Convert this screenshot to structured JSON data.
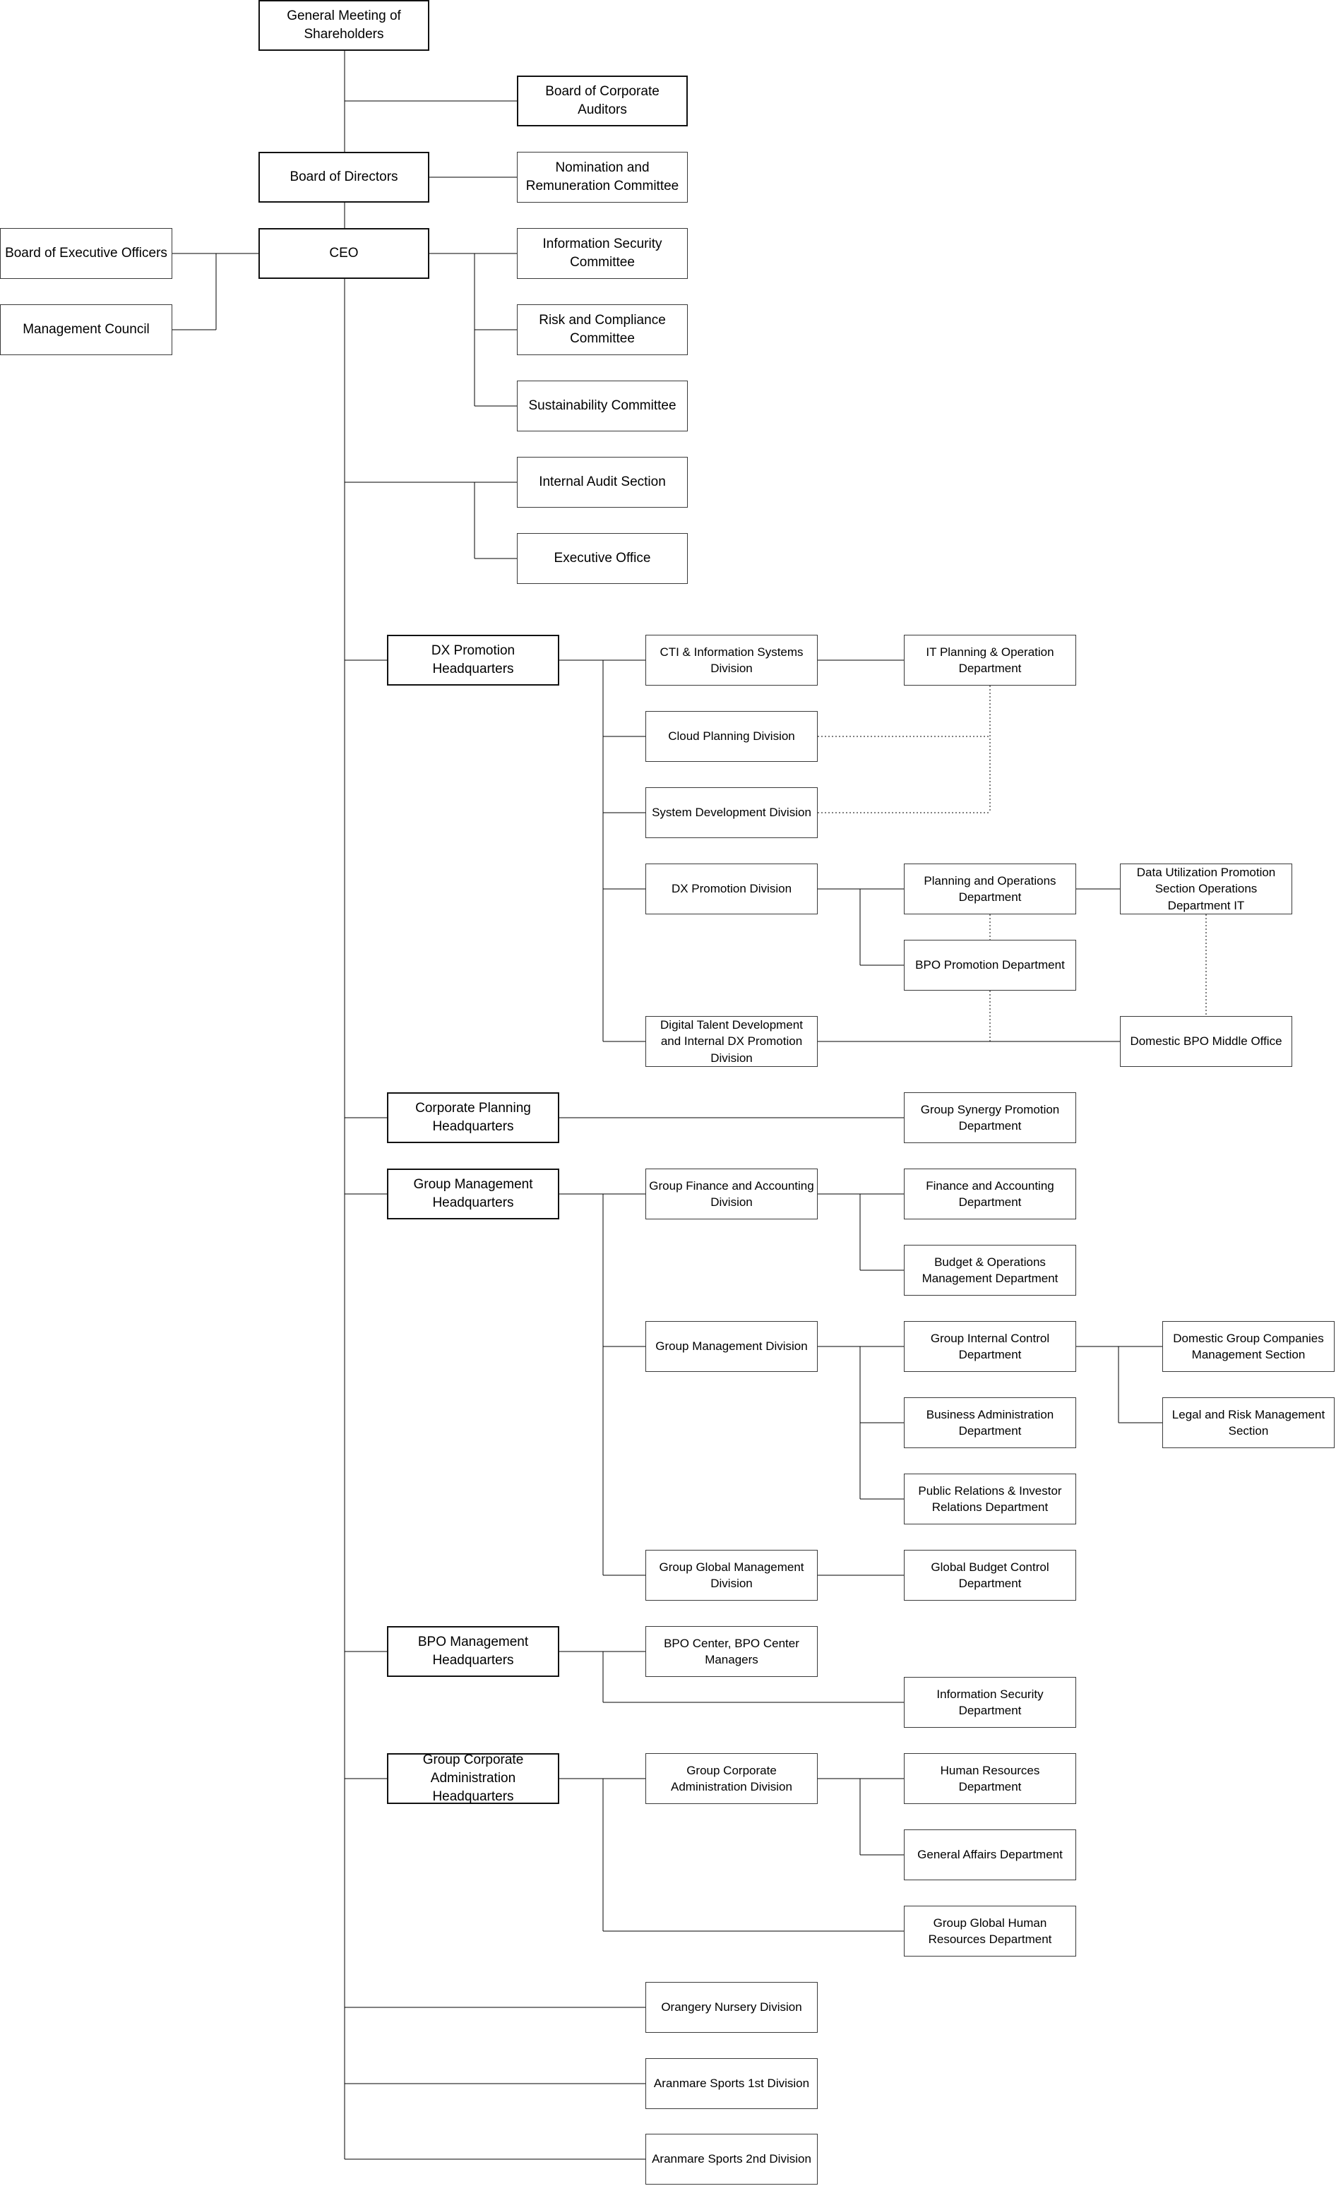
{
  "org_chart": {
    "general_meeting": "General Meeting of Shareholders",
    "board_of_corporate_auditors": "Board of Corporate Auditors",
    "board_of_directors": "Board of Directors",
    "nomination_committee": "Nomination and Remuneration Committee",
    "board_of_executive_officers": "Board of Executive Officers",
    "management_council": "Management Council",
    "ceo": "CEO",
    "information_security_committee": "Information Security Committee",
    "risk_compliance_committee": "Risk and Compliance Committee",
    "sustainability_committee": "Sustainability Committee",
    "internal_audit_section": "Internal Audit Section",
    "executive_office": "Executive Office",
    "dx_promotion_hq": {
      "label": "DX Promotion Headquarters",
      "cti_division": "CTI & Information Systems Division",
      "it_planning_department": "IT Planning & Operation Department",
      "cloud_planning_division": "Cloud Planning Division",
      "system_development_division": "System Development Division",
      "dx_promotion_division": "DX Promotion Division",
      "planning_operations_department": "Planning and Operations Department",
      "data_utilization_section": "Data Utilization Promotion Section Operations Department IT",
      "bpo_promotion_department": "BPO Promotion Department",
      "digital_talent_division": "Digital Talent Development and Internal DX Promotion Division",
      "domestic_bpo_middle_office": "Domestic BPO Middle Office"
    },
    "corporate_planning_hq": {
      "label": "Corporate Planning Headquarters",
      "group_synergy_department": "Group Synergy Promotion Department"
    },
    "group_management_hq": {
      "label": "Group Management Headquarters",
      "group_finance_division": "Group Finance and Accounting Division",
      "finance_accounting_department": "Finance and Accounting Department",
      "budget_operations_department": "Budget & Operations Management Department",
      "group_management_division": "Group Management Division",
      "group_internal_control_department": "Group Internal Control Department",
      "domestic_group_companies_section": "Domestic Group Companies Management Section",
      "legal_risk_section": "Legal and Risk Management Section",
      "business_administration_department": "Business Administration Department",
      "public_relations_department": "Public Relations & Investor Relations Department",
      "group_global_management_division": "Group Global Management Division",
      "global_budget_control_department": "Global Budget Control Department"
    },
    "bpo_management_hq": {
      "label": "BPO Management Headquarters",
      "bpo_center": "BPO Center, BPO Center Managers",
      "information_security_department": "Information Security Department"
    },
    "group_corporate_admin_hq": {
      "label": "Group Corporate Administration Headquarters",
      "group_corporate_admin_division": "Group Corporate Administration Division",
      "human_resources_department": "Human Resources Department",
      "general_affairs_department": "General Affairs Department",
      "group_global_hr_department": "Group Global Human Resources Department"
    },
    "orangery_nursery_division": "Orangery Nursery Division",
    "aranmare_sports_1st_division": "Aranmare Sports 1st Division",
    "aranmare_sports_2nd_division": "Aranmare Sports 2nd Division"
  }
}
